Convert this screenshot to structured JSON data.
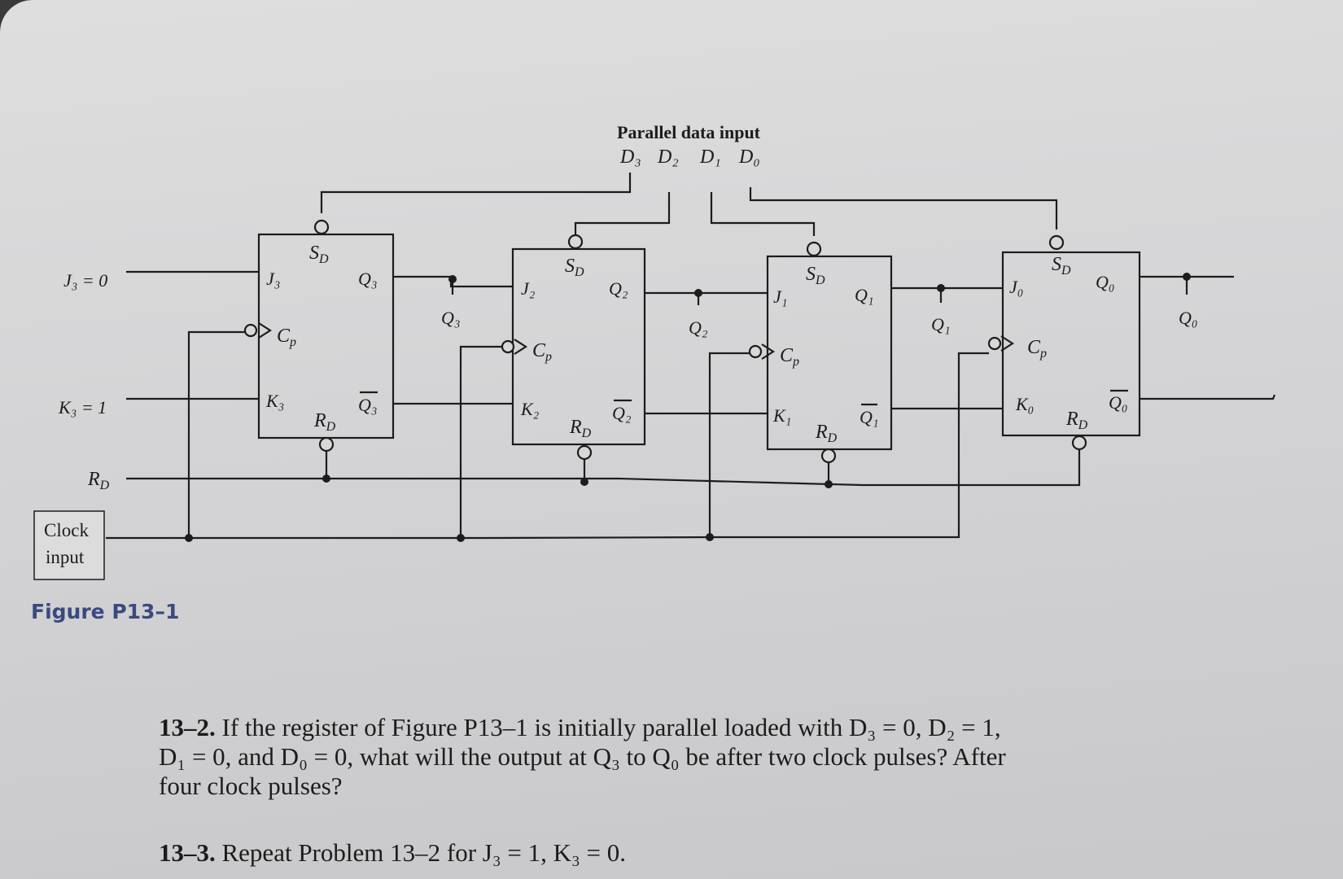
{
  "diagram": {
    "header": {
      "title": "Parallel data input",
      "inputs": [
        "D₃",
        "D₂",
        "D₁",
        "D₀"
      ]
    },
    "left_inputs": {
      "j3": "J₃ = 0",
      "k3": "K₃ = 1",
      "rd": "R",
      "rd_sub": "D",
      "clock_line1": "Clock",
      "clock_line2": "input"
    },
    "flipflops": [
      {
        "j": "J₃",
        "k": "K₃",
        "q": "Q₃",
        "qbar": "Q₃",
        "tap": "Q₃"
      },
      {
        "j": "J₂",
        "k": "K₂",
        "q": "Q₂",
        "qbar": "Q₂",
        "tap": "Q₂"
      },
      {
        "j": "J₁",
        "k": "K₁",
        "q": "Q₁",
        "qbar": "Q₁",
        "tap": "Q₁"
      },
      {
        "j": "J₀",
        "k": "K₀",
        "q": "Q₀",
        "qbar": "Q₀",
        "tap": "Q₀"
      }
    ],
    "ff_labels": {
      "sd": "S",
      "sd_sub": "D",
      "rd": "R",
      "rd_sub": "D",
      "cp": "C",
      "cp_sub": "p"
    },
    "figure_caption": "Figure P13–1"
  },
  "problems": [
    {
      "number": "13–2.",
      "text": "If the register of Figure P13–1 is initially parallel loaded with D₃ = 0, D₂ = 1, D₁ = 0, and D₀ = 0, what will the output at Q₃ to Q₀ be after two clock pulses? After four clock pulses?"
    },
    {
      "number": "13–3.",
      "text": "Repeat Problem 13–2 for J₃ = 1, K₃ = 0."
    }
  ]
}
